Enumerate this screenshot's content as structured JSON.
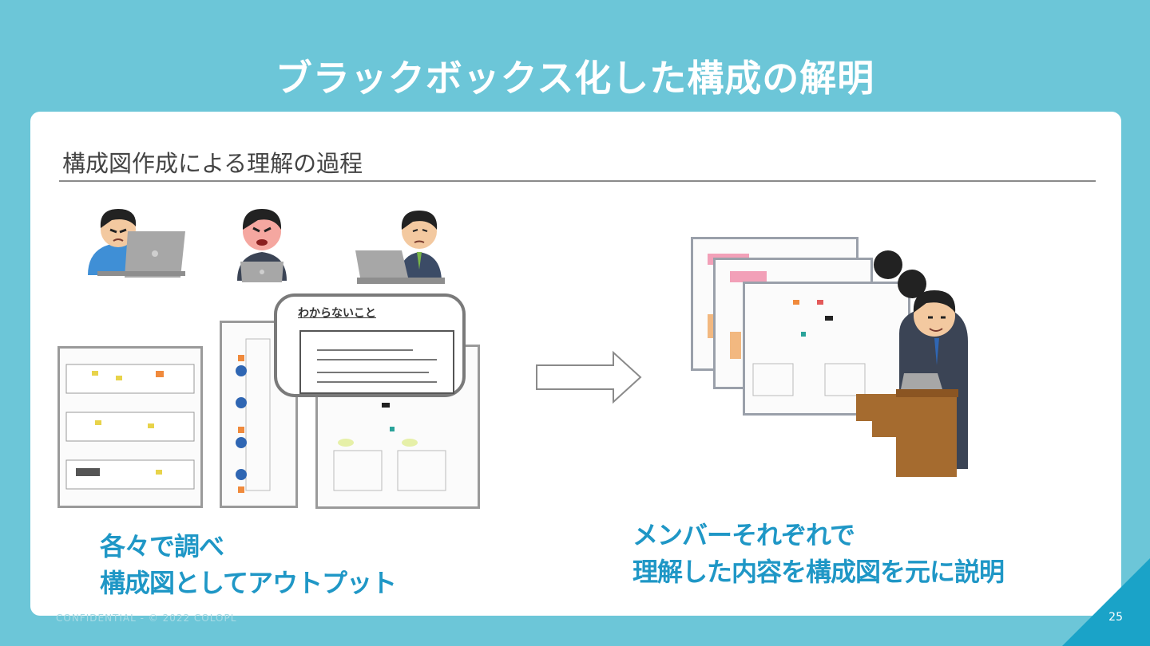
{
  "slide": {
    "title": "ブラックボックス化した構成の解明",
    "section_title": "構成図作成による理解の過程",
    "left_caption_line1": "各々で調べ",
    "left_caption_line2": "構成図としてアウトプット",
    "right_caption_line1": "メンバーそれぞれで",
    "right_caption_line2": "理解した内容を構成図を元に説明",
    "bubble_title": "わからないこと",
    "footer": "CONFIDENTIAL - © 2022 COLOPL",
    "page_number": "25"
  },
  "colors": {
    "background": "#6cc6d8",
    "panel": "#ffffff",
    "caption": "#1f97c6",
    "corner": "#1aa3c8"
  }
}
